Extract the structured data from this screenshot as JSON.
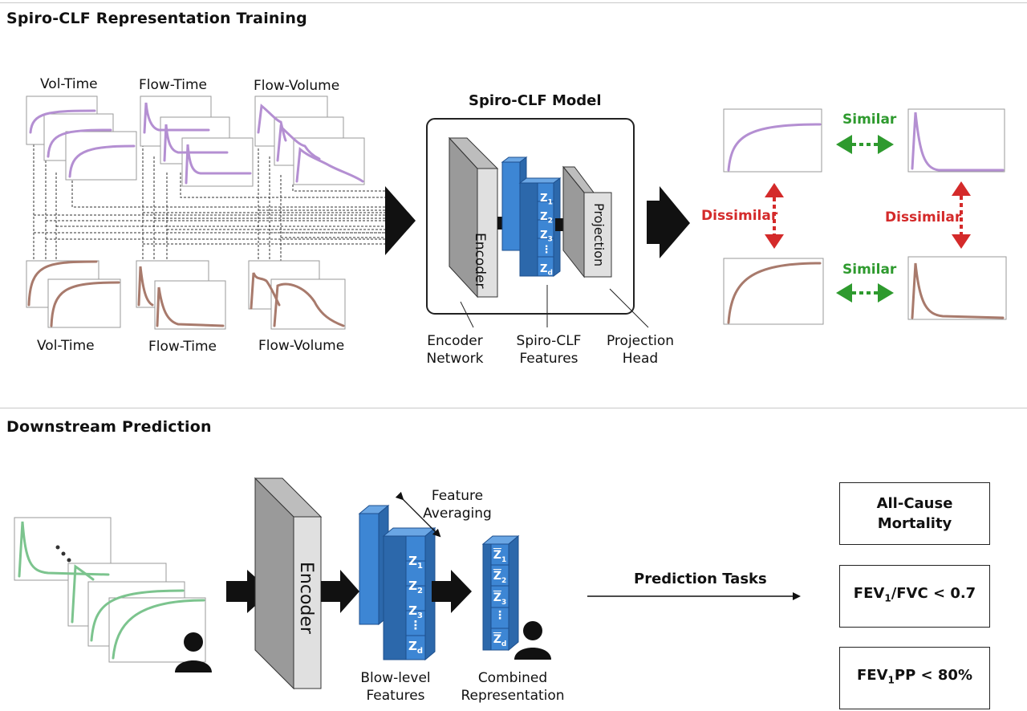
{
  "sections": {
    "training_title": "Spiro-CLF Representation Training",
    "downstream_title": "Downstream Prediction"
  },
  "training": {
    "top_curve_labels": [
      "Vol-Time",
      "Flow-Time",
      "Flow-Volume"
    ],
    "bottom_curve_labels": [
      "Vol-Time",
      "Flow-Time",
      "Flow-Volume"
    ],
    "model_title": "Spiro-CLF Model",
    "encoder_label": "Encoder",
    "projection_label": "Projection",
    "feature_cells": [
      "Z1",
      "Z2",
      "Z3",
      "⋮",
      "Zd"
    ],
    "callouts": {
      "encoder_line1": "Encoder",
      "encoder_line2": "Network",
      "features_line1": "Spiro-CLF",
      "features_line2": "Features",
      "projection_line1": "Projection",
      "projection_line2": "Head"
    },
    "similar_label": "Similar",
    "dissimilar_label": "Dissimilar"
  },
  "downstream": {
    "encoder_label": "Encoder",
    "feature_averaging_line1": "Feature",
    "feature_averaging_line2": "Averaging",
    "blow_level_line1": "Blow-level",
    "blow_level_line2": "Features",
    "combined_line1": "Combined",
    "combined_line2": "Representation",
    "prediction_tasks": "Prediction Tasks",
    "tasks": {
      "mortality_line1": "All-Cause",
      "mortality_line2": "Mortality",
      "fev_fvc_prefix": "FEV",
      "fev_fvc_suffix": "/FVC < 0.7",
      "fevpp_prefix": "FEV",
      "fevpp_suffix": "PP < 80%",
      "subscript": "1"
    }
  },
  "colors": {
    "purple_curve": "#b48fd2",
    "brown_curve": "#a87a6c",
    "green_curve": "#7cc48e",
    "feature_blue": "#3d86d4",
    "similar_green": "#2e9a2e",
    "dissimilar_red": "#d42a2a"
  }
}
